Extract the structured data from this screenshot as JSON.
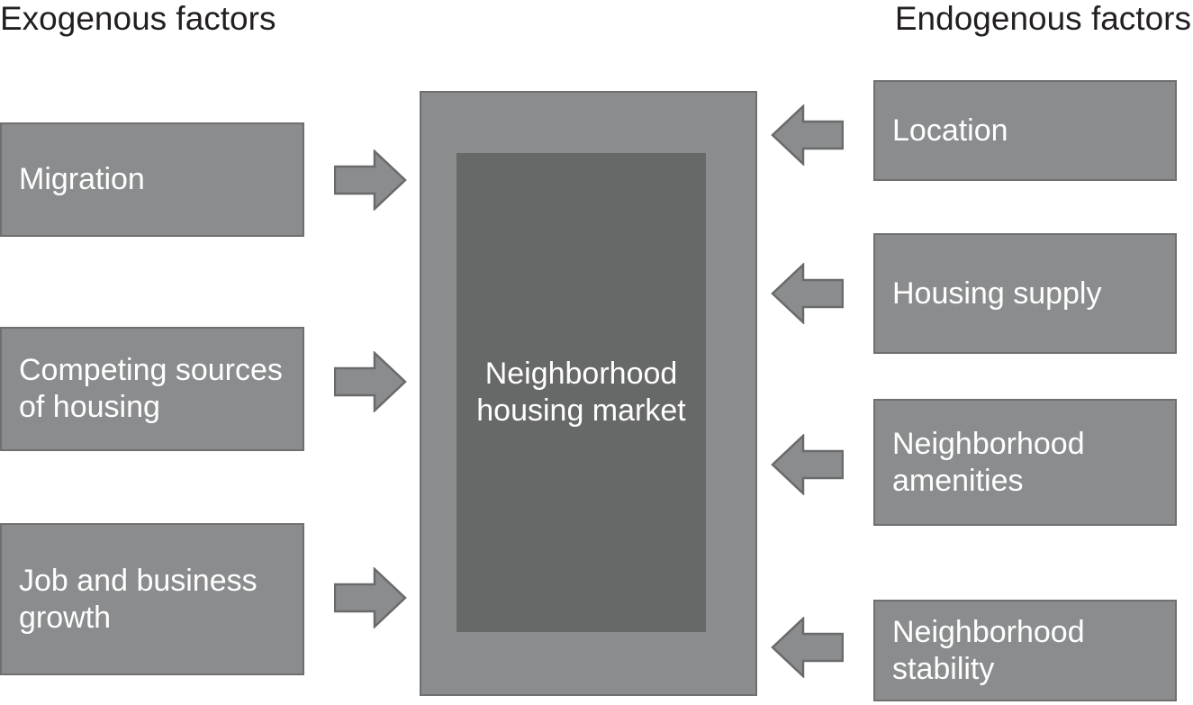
{
  "headings": {
    "exogenous": "Exogenous factors",
    "endogenous": "Endogenous factors"
  },
  "exogenous": {
    "items": [
      {
        "label": "Migration"
      },
      {
        "label": "Competing sources of housing"
      },
      {
        "label": "Job and business growth"
      }
    ]
  },
  "endogenous": {
    "items": [
      {
        "label": "Location"
      },
      {
        "label": "Housing supply"
      },
      {
        "label": "Neighborhood amenities"
      },
      {
        "label": "Neighborhood stability"
      }
    ]
  },
  "center": {
    "label": "Neighborhood housing market"
  },
  "icons": {
    "exogenous_arrow": "arrow-right-icon",
    "endogenous_arrow": "arrow-left-icon"
  },
  "colors": {
    "background": "#ffffff",
    "box_fill": "#8a8c8e",
    "box_border": "#6e6f71",
    "center_inner_fill": "#676868",
    "arrow_fill": "#8a8c8e",
    "arrow_outline": "#696a6c",
    "heading_text": "#231f20",
    "label_text": "#ffffff"
  }
}
